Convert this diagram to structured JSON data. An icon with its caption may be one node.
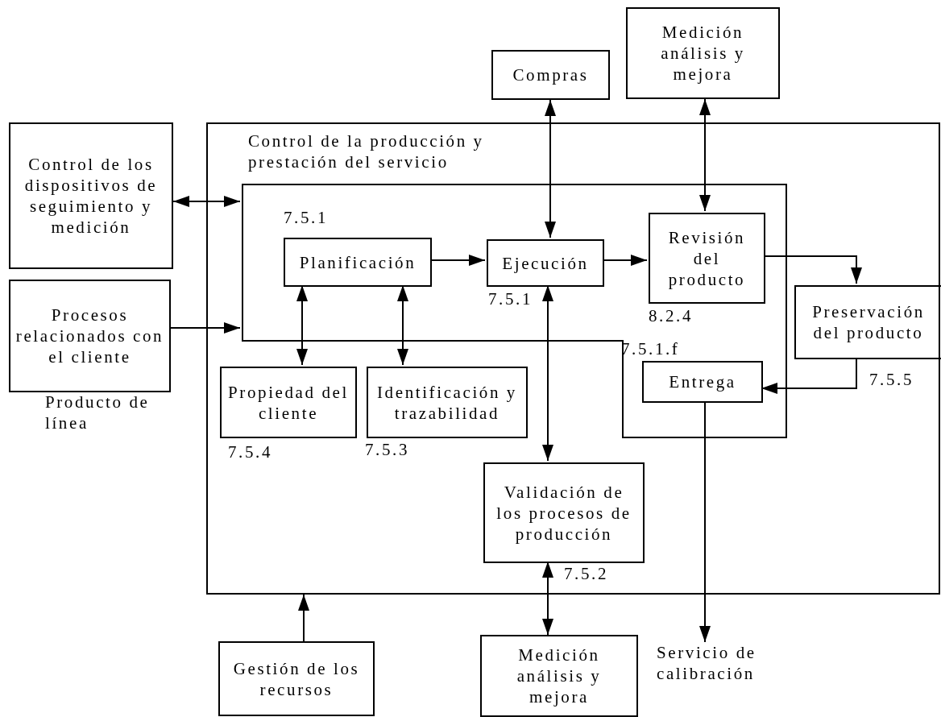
{
  "diagram": {
    "nodes": [
      {
        "text": [
          "Control de la producción y prestación del servicio"
        ]
      },
      {
        "text": [
          "Compras"
        ]
      },
      {
        "text": [
          "Medición análisis y mejora"
        ]
      },
      {
        "text": [
          "Control de los dispositivos de seguimiento y medición"
        ]
      },
      {
        "text": [
          "Procesos relacionados con el cliente"
        ]
      },
      {
        "text": [],
        "shape": "box",
        "in": 0
      },
      {
        "text": [
          "Planificación"
        ],
        "in": 5,
        "beside": [
          "7.5.1"
        ]
      },
      {
        "text": [
          "Ejecución"
        ],
        "in": 5,
        "beside": [
          "7.5.1"
        ]
      },
      {
        "text": [
          "Revisión del producto"
        ],
        "in": 5,
        "beside": [
          "8.2.4"
        ]
      },
      {
        "text": [
          "Entrega"
        ],
        "in": 5,
        "beside": [
          "7.5.1.f"
        ]
      },
      {
        "text": [
          "Preservación del producto"
        ],
        "in": 0,
        "beside": [
          "7.5.5"
        ]
      },
      {
        "text": [
          "Propiedad del cliente"
        ],
        "in": 0,
        "beside": [
          "7.5.4"
        ]
      },
      {
        "text": [
          "Identificación y trazabilidad"
        ],
        "in": 0,
        "beside": [
          "7.5.3"
        ]
      },
      {
        "text": [
          "Validación de los procesos de producción"
        ],
        "in": 0,
        "beside": [
          "7.5.2"
        ]
      },
      {
        "text": [
          "Gestión de los recursos"
        ]
      },
      {
        "text": [
          "Medición análisis y mejora"
        ]
      },
      {
        "text": [
          "Servicio de calibración"
        ]
      }
    ],
    "edges": [
      {
        "from": 1,
        "to": 7,
        "arrow": "both"
      },
      {
        "from": 2,
        "to": 8,
        "arrow": "both"
      },
      {
        "from": 3,
        "to": 5,
        "arrow": "both"
      },
      {
        "from": 4,
        "to": 5,
        "arrow": "to"
      },
      {
        "from": 6,
        "to": 7,
        "arrow": "to"
      },
      {
        "from": 7,
        "to": 8,
        "arrow": "to"
      },
      {
        "from": 8,
        "to": 10,
        "arrow": "to"
      },
      {
        "from": 6,
        "to": 11,
        "arrow": "both"
      },
      {
        "from": 6,
        "to": 12,
        "arrow": "both"
      },
      {
        "from": 7,
        "to": 13,
        "arrow": "both"
      },
      {
        "from": 13,
        "to": 15,
        "arrow": "both"
      },
      {
        "from": 10,
        "to": 9,
        "arrow": "to"
      },
      {
        "from": 9,
        "to": 16,
        "arrow": "to"
      },
      {
        "from": 14,
        "to": 0,
        "arrow": "to"
      }
    ],
    "labels": [
      "Producto de línea"
    ]
  }
}
